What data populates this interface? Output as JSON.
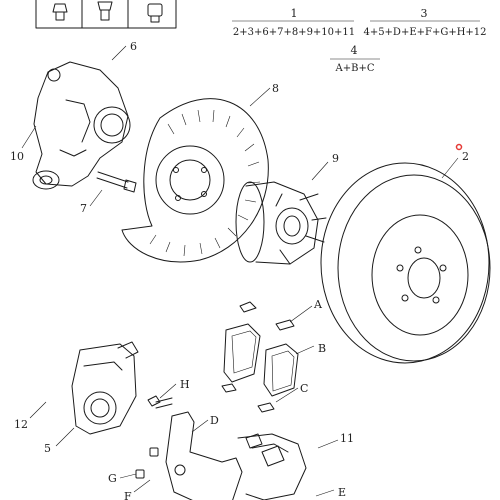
{
  "kits": [
    {
      "number": "1",
      "formula": "2+3+6+7+8+9+10+11"
    },
    {
      "number": "3",
      "formula": "4+5+D+E+F+G+H+12"
    },
    {
      "number": "4",
      "formula": "A+B+C"
    }
  ],
  "part_labels": {
    "p2": "2",
    "p5": "5",
    "p6": "6",
    "p7": "7",
    "p8": "8",
    "p9": "9",
    "p10": "10",
    "p11": "11",
    "p12": "12",
    "pA": "A",
    "pB": "B",
    "pC": "C",
    "pD": "D",
    "pE": "E",
    "pF": "F",
    "pG": "G",
    "pH": "H"
  },
  "marker_color": "#e53935"
}
